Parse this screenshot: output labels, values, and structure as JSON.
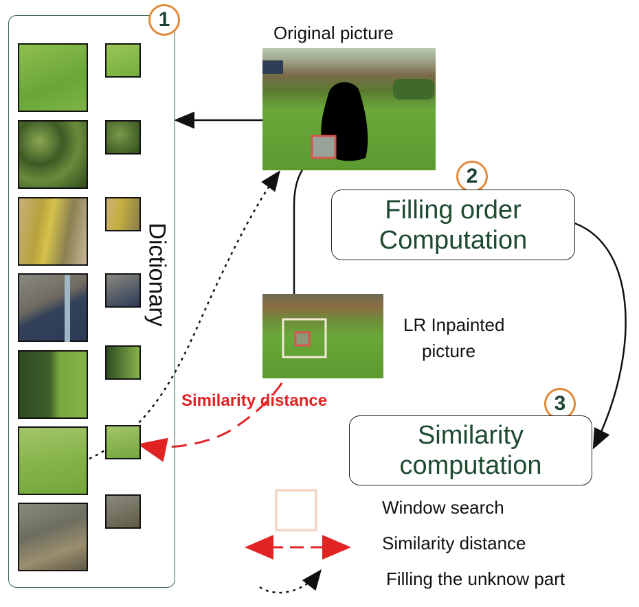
{
  "badges": {
    "one": "1",
    "two": "2",
    "three": "3"
  },
  "dictionary_label": "Dictionary",
  "original_picture_label": "Original picture",
  "lr_inpainted_label_line1": "LR Inpainted",
  "lr_inpainted_label_line2": "picture",
  "step2": {
    "line1": "Filling order",
    "line2": "Computation"
  },
  "step3": {
    "line1": "Similarity",
    "line2": "computation"
  },
  "similarity_distance_label": "Similarity distance",
  "legend": {
    "window_search": "Window search",
    "similarity_distance": "Similarity distance",
    "filling": "Filling the unknow part"
  },
  "colors": {
    "accent_orange": "#e38b3a",
    "green_text": "#1d4a30",
    "red": "#e02424",
    "window_search": "#f5d9c8"
  }
}
